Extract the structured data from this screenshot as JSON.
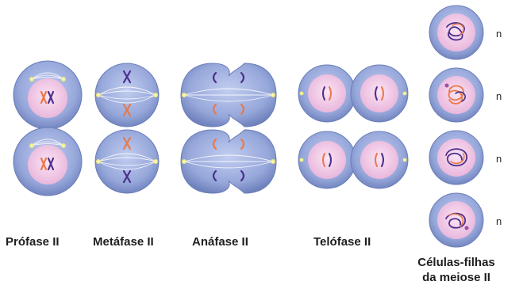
{
  "stage_labels": {
    "prophase": "Prófase II",
    "metaphase": "Metáfase II",
    "anaphase": "Anáfase II",
    "telophase": "Telófase II",
    "daughter_line1": "Células-filhas",
    "daughter_line2": "da meiose II"
  },
  "ploidy_label": "n",
  "colors": {
    "cell_outer": "#7f93c8",
    "cell_inner": "#a9b6e2",
    "nucleus": "#f2c8e6",
    "chromosome_orange": "#e8794a",
    "chromosome_purple": "#4b2f8c",
    "centrosome": "#f6f29a"
  }
}
